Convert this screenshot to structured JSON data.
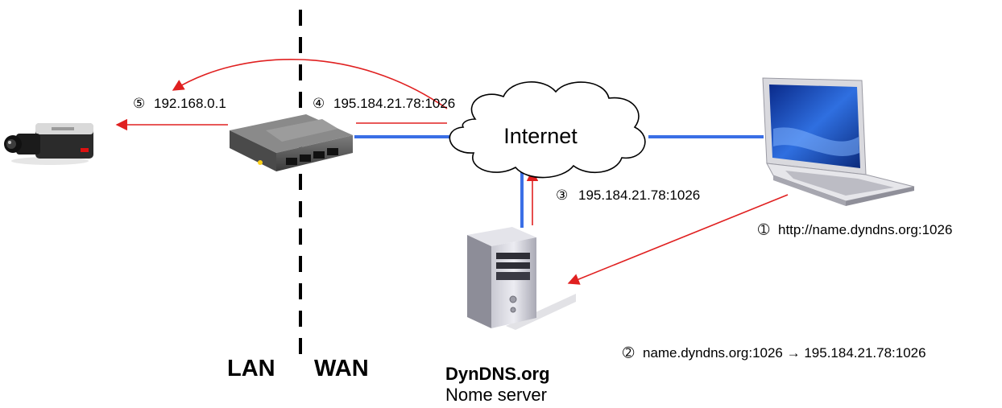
{
  "colors": {
    "arrow": "#e02020",
    "network_line": "#3a6fe6",
    "divider": "#000000"
  },
  "cloud": {
    "label": "Internet"
  },
  "zones": {
    "lan": "LAN",
    "wan": "WAN"
  },
  "server": {
    "name": "DynDNS.org",
    "subtitle": "Nome server"
  },
  "steps": {
    "s1": {
      "marker": "➀",
      "text": "http://name.dyndns.org:1026"
    },
    "s2": {
      "marker": "➁",
      "text": "name.dyndns.org:1026 → 195.184.21.78:1026"
    },
    "s3": {
      "marker": "③",
      "text": "195.184.21.78:1026"
    },
    "s4": {
      "marker": "④",
      "text": "195.184.21.78:1026"
    },
    "s5": {
      "marker": "⑤",
      "text": "192.168.0.1"
    }
  },
  "devices": {
    "camera": "ip-camera-icon",
    "router": "router-icon",
    "laptop": "laptop-icon",
    "server": "server-tower-icon"
  }
}
